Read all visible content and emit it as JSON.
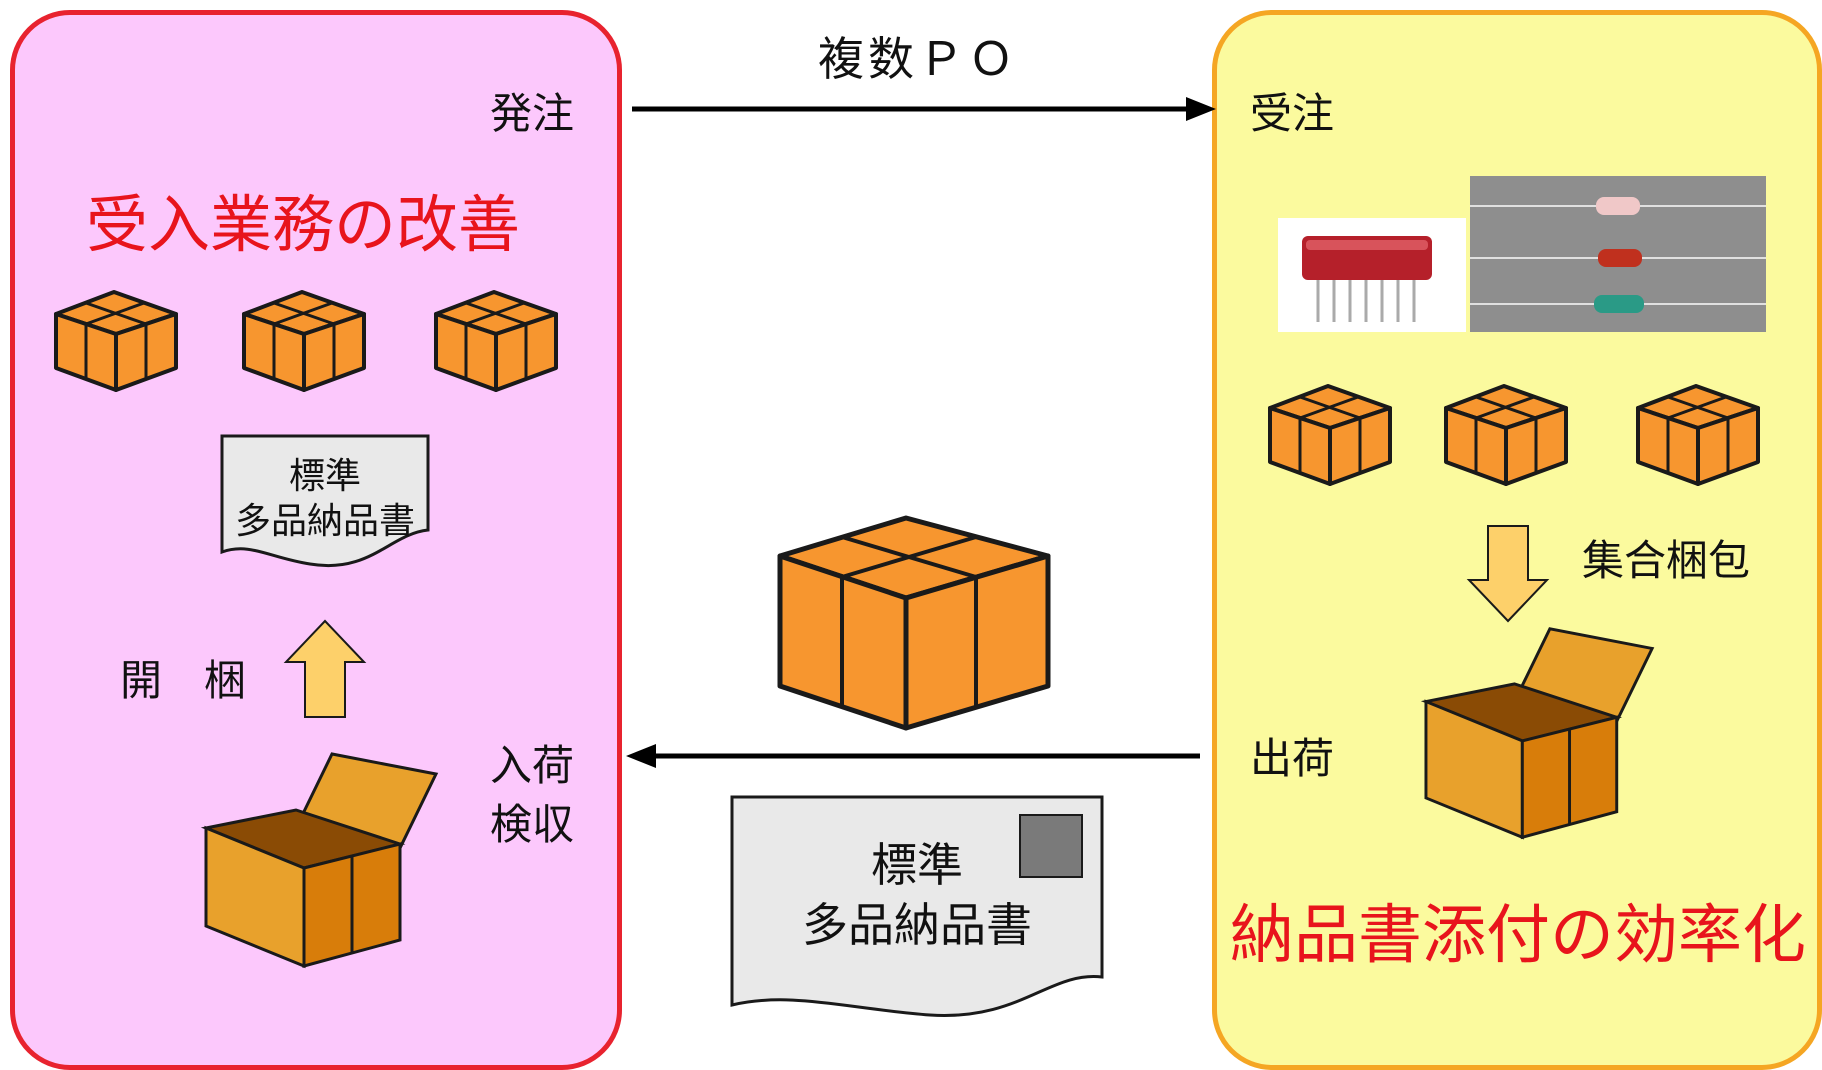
{
  "left": {
    "order_label": "発注",
    "title": "受入業務の改善",
    "doc_line1": "標準",
    "doc_line2": "多品納品書",
    "unpack_label": "開　梱",
    "receive_line1": "入荷",
    "receive_line2": "検収"
  },
  "right": {
    "order_received_label": "受注",
    "consolidate_label": "集合梱包",
    "ship_label": "出荷",
    "title": "納品書添付の効率化"
  },
  "flow": {
    "top_arrow_label": "複数ＰＯ",
    "doc_line1": "標準",
    "doc_line2": "多品納品書"
  },
  "colors": {
    "left_panel_fill": "#fcc8fc",
    "left_panel_border": "#e8232f",
    "right_panel_fill": "#fbfa9e",
    "right_panel_border": "#f5a623",
    "box_orange": "#f7962f",
    "title_red": "#e8141c",
    "arrow_yellow": "#fdd06a"
  }
}
